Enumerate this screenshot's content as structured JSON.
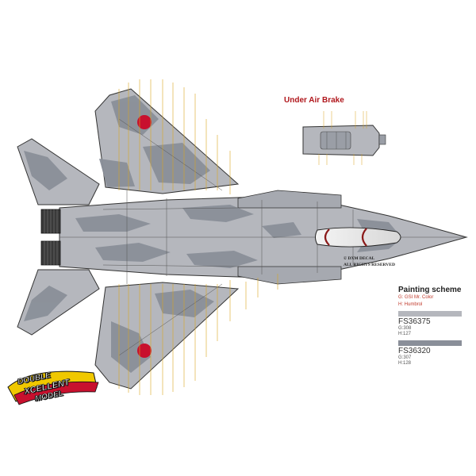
{
  "air_brake": {
    "title": "Under Air Brake"
  },
  "copyright": {
    "line1": "© DXM DECAL",
    "line2": "ALL RIGHTS RESERVED"
  },
  "legend": {
    "title": "Painting scheme",
    "key_line1": "G: GSI Mr. Color",
    "key_line2": "H: Humbrol",
    "colors": [
      {
        "fs": "FS36375",
        "g": "G:308",
        "h": "H:127",
        "hex": "#b5b7bd"
      },
      {
        "fs": "FS36320",
        "g": "G:307",
        "h": "H:128",
        "hex": "#8a8f99"
      }
    ]
  },
  "logo": {
    "line1": "DOUBLE",
    "line2": "XCELLENT",
    "line3": "MODEL"
  },
  "colors": {
    "light_gray": "#b5b7bd",
    "dark_gray": "#8a8f99",
    "hinomaru": "#c8102e",
    "callout": "#d9a521"
  }
}
